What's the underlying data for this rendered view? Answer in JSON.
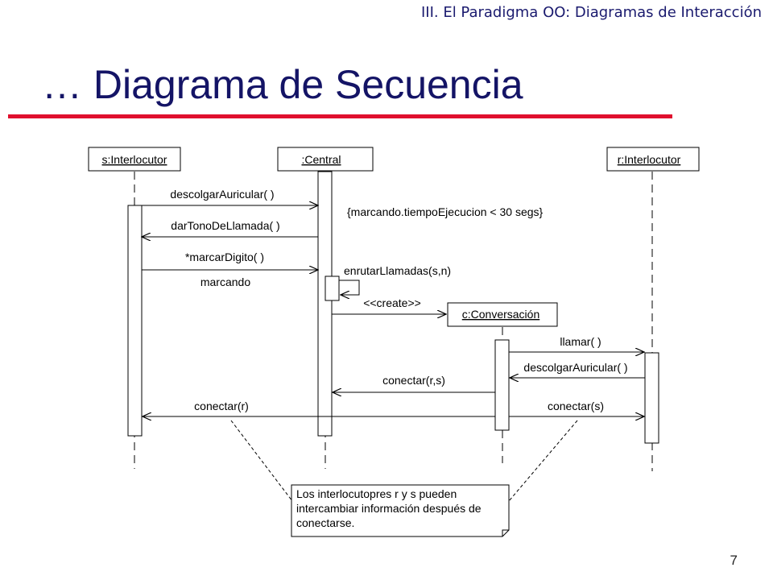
{
  "header": {
    "section": "III. El Paradigma OO: Diagramas de Interacción"
  },
  "slide": {
    "title": "… Diagrama de Secuencia",
    "page": "7"
  },
  "colors": {
    "title": "#141466",
    "rule": "#e0102e",
    "line": "#000000"
  },
  "objects": {
    "s": "s:Interlocutor",
    "central": ":Central",
    "r": "r:Interlocutor",
    "c": "c:Conversación"
  },
  "messages": {
    "descolgar1": "descolgarAuricular( )",
    "darTono": "darTonoDeLlamada( )",
    "marcarDigito": "*marcarDigito( )",
    "marcando": "marcando",
    "enrutar": "enrutarLlamadas(s,n)",
    "constraint": "{marcando.tiempoEjecucion < 30 segs}",
    "create": "<<create>>",
    "llamar": "llamar( )",
    "descolgar2": "descolgarAuricular( )",
    "conectarRS": "conectar(r,s)",
    "conectarR": "conectar(r)",
    "conectarS": "conectar(s)"
  },
  "note": {
    "text": "Los interlocutopres r y s pueden intercambiar información después de conectarse."
  }
}
